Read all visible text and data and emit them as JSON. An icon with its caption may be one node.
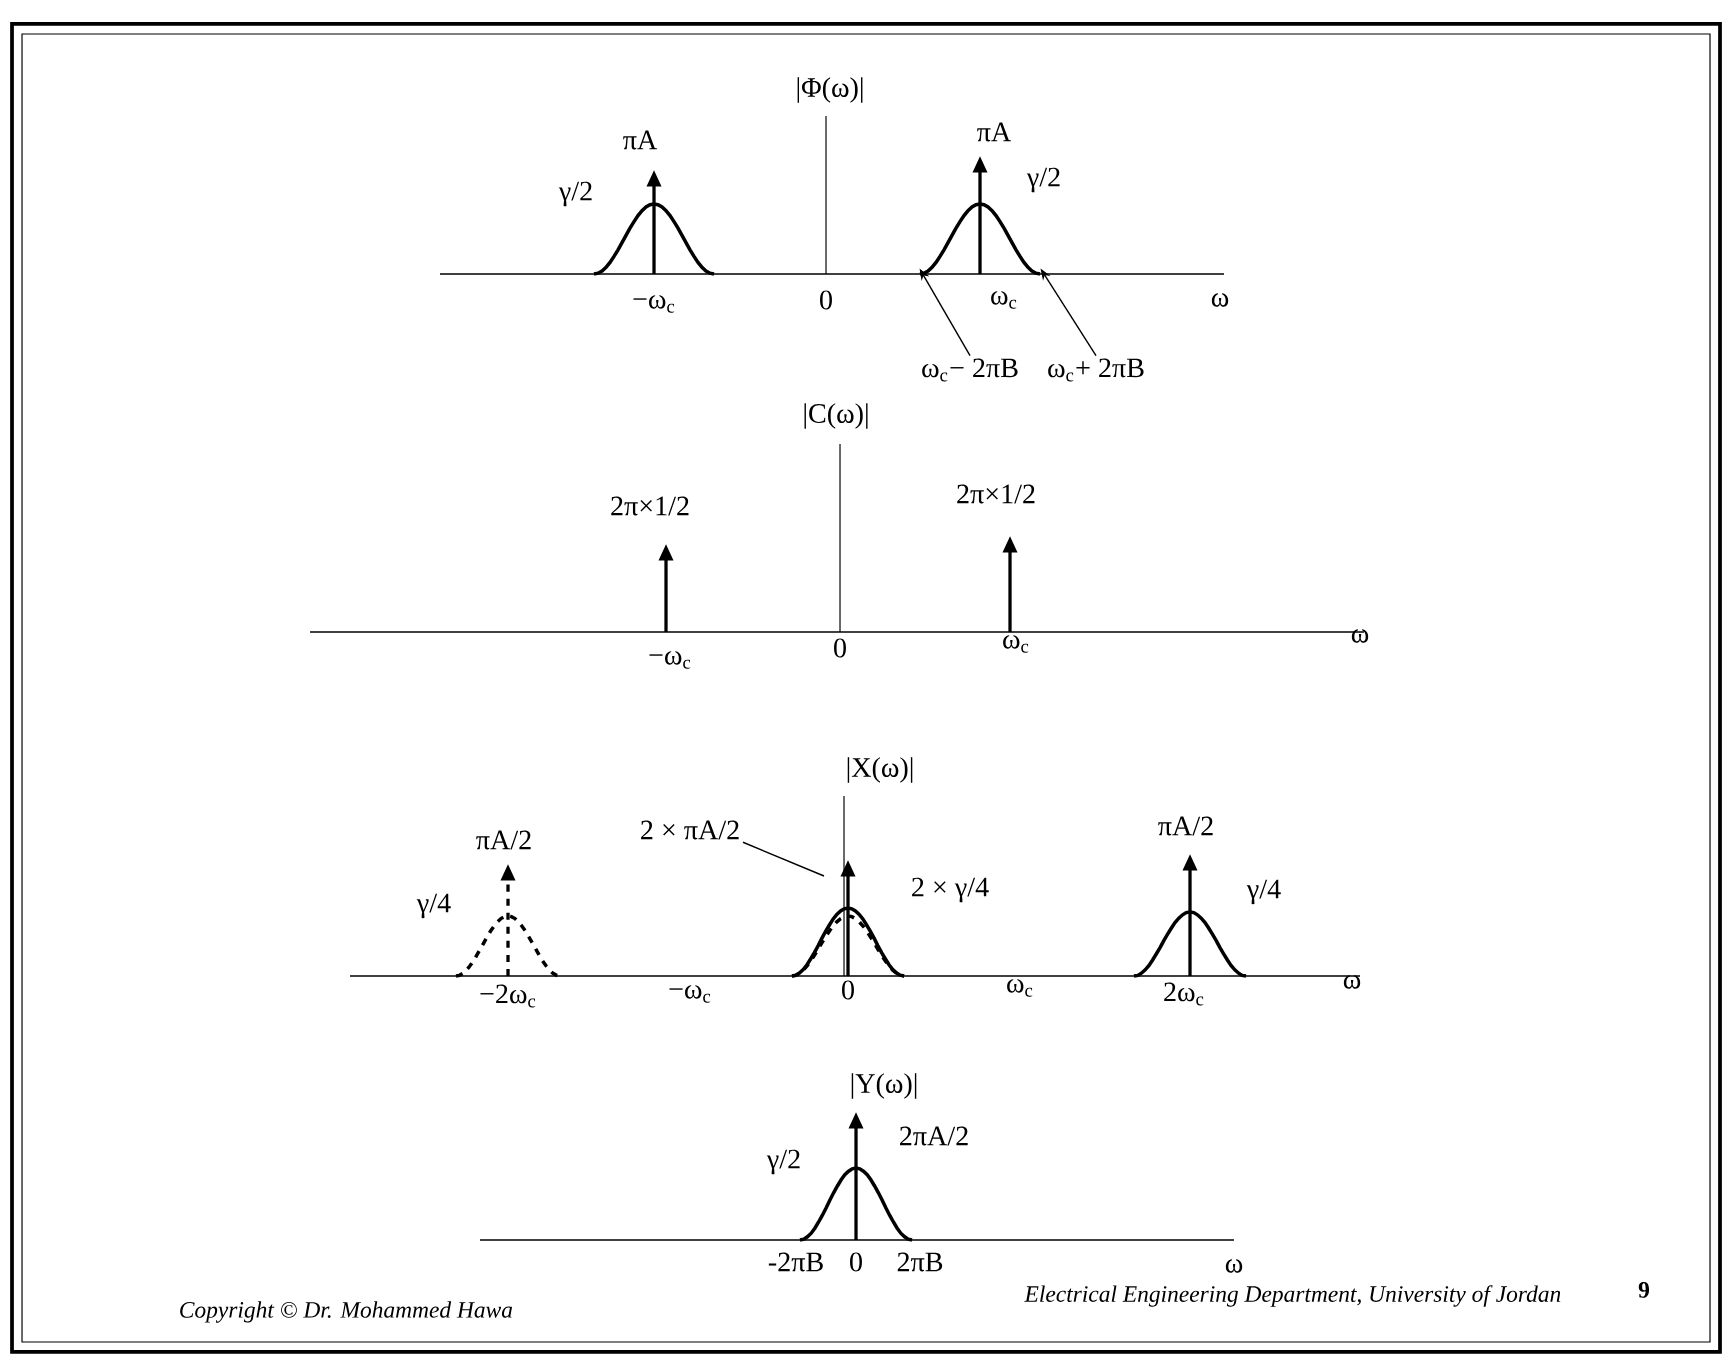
{
  "diagram": {
    "nodes": [
      {
        "text": [
          "ω$_{c}$− 2πB"
        ]
      },
      {
        "text": [
          "ω$_{c}$+ 2πB"
        ]
      },
      {
        "text": [
          "2 × πA/2"
        ]
      },
      {
        "text": [],
        "shape": "pulse"
      }
    ],
    "edges": [
      {
        "from": 0,
        "to": 3,
        "arrow": "to"
      },
      {
        "from": 1,
        "to": 3,
        "arrow": "to"
      },
      {
        "from": 2,
        "to": null,
        "arrow": "none"
      }
    ],
    "labels": [
      "|Φ(ω)|",
      "πA",
      "πA",
      "γ/2",
      "γ/2",
      "−ω$_{c}$",
      "0",
      "ω$_{c}$",
      "ω",
      "|C(ω)|",
      "2π×1/2",
      "2π×1/2",
      "−ω$_{c}$",
      "0",
      "ω$_{c}$",
      "ω",
      "|X(ω)|",
      "πA/2",
      "πA/2",
      "γ/4",
      "2 × γ/4",
      "γ/4",
      "−2ω$_{c}$",
      "−ω$_{c}$",
      "0",
      "ω$_{c}$",
      "2ω$_{c}$",
      "ω",
      "|Y(ω)|",
      "2πA/2",
      "γ/2",
      "-2πB",
      "0",
      "2πB",
      "ω",
      "Copyright © Dr. Mohammed Hawa",
      "Electrical Engineering Department, University of Jordan",
      "9"
    ]
  }
}
